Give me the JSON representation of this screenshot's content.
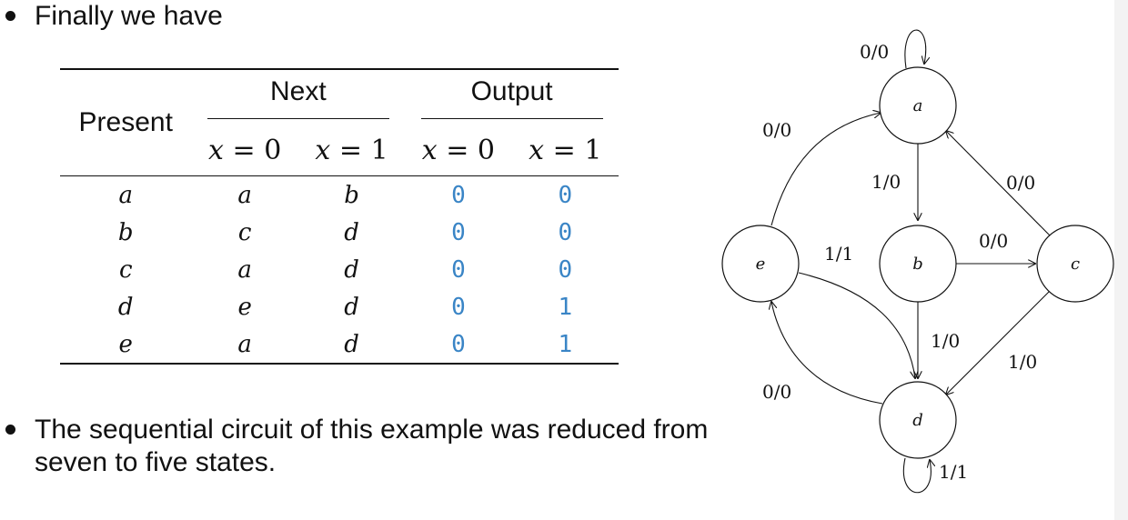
{
  "bullets": [
    "Finally we have",
    "The sequential circuit of this example was reduced from seven to five states."
  ],
  "table": {
    "present_header": "Present",
    "next_header": "Next",
    "output_header": "Output",
    "sub_var": "x",
    "sub_eq": "=",
    "sub_vals": [
      "0",
      "1",
      "0",
      "1"
    ],
    "rows": [
      [
        "a",
        "a",
        "b",
        "0",
        "0"
      ],
      [
        "b",
        "c",
        "d",
        "0",
        "0"
      ],
      [
        "c",
        "a",
        "d",
        "0",
        "0"
      ],
      [
        "d",
        "e",
        "d",
        "0",
        "1"
      ],
      [
        "e",
        "a",
        "d",
        "0",
        "1"
      ]
    ]
  },
  "diagram": {
    "states": [
      "a",
      "b",
      "c",
      "d",
      "e"
    ],
    "transitions": [
      {
        "from": "a",
        "to": "a",
        "label": "0/0"
      },
      {
        "from": "a",
        "to": "b",
        "label": "1/0"
      },
      {
        "from": "b",
        "to": "c",
        "label": "0/0"
      },
      {
        "from": "b",
        "to": "d",
        "label": "1/0"
      },
      {
        "from": "c",
        "to": "a",
        "label": "0/0"
      },
      {
        "from": "c",
        "to": "d",
        "label": "1/0"
      },
      {
        "from": "d",
        "to": "e",
        "label": "0/0"
      },
      {
        "from": "d",
        "to": "d",
        "label": "1/1"
      },
      {
        "from": "e",
        "to": "a",
        "label": "0/0"
      },
      {
        "from": "e",
        "to": "d",
        "label": "1/1"
      }
    ]
  },
  "colors": {
    "output_digits": "#3a85c6",
    "text": "#111111"
  }
}
